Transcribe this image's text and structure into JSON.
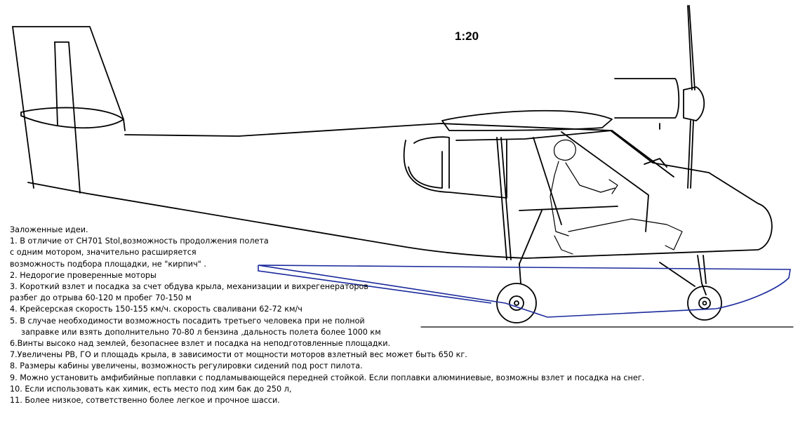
{
  "scale_label": "1:20",
  "notes": {
    "heading": "Заложенные идеи.",
    "items": [
      "1. В отличие от CH701 Stol,возможность  продолжения полета",
      " с одним мотором, значительно расширяется",
      "возможность подбора площадки, не \"кирпич\" .",
      "2. Недорогие проверенные моторы",
      "3. Короткий взлет и посадка за счет обдува  крыла, механизации и вихрегенераторов",
      "разбег до отрыва 60-120 м  пробег 70-150 м",
      "4. Крейсерская скорость 150-155 км/ч. скорость сваливани 62-72 км/ч",
      "5. В случае необходимости возможность посадить третьего человека при не полной",
      "заправке или взять дополнительно 70-80 л  бензина ,дальность полета более 1000 км",
      "6.Винты высоко над землей, безопаснее взлет и посадка на неподготовленные площадки.",
      "7.Увеличены РВ, ГО и площадь крыла, в зависимости от мощности моторов взлетный вес  может быть 650 кг.",
      "8. Размеры кабины увеличены, возможность регулировки сидений под рост пилота.",
      "9. Можно установить амфибийные поплавки с подламывающейся передней стойкой. Если поплавки алюминиевые, возможны взлет и посадка на снег.",
      "10. Если использовать как химик, есть место под хим бак до 250 л,",
      "11. Более низкое, сответственно более легкое и прочное шасси."
    ]
  }
}
